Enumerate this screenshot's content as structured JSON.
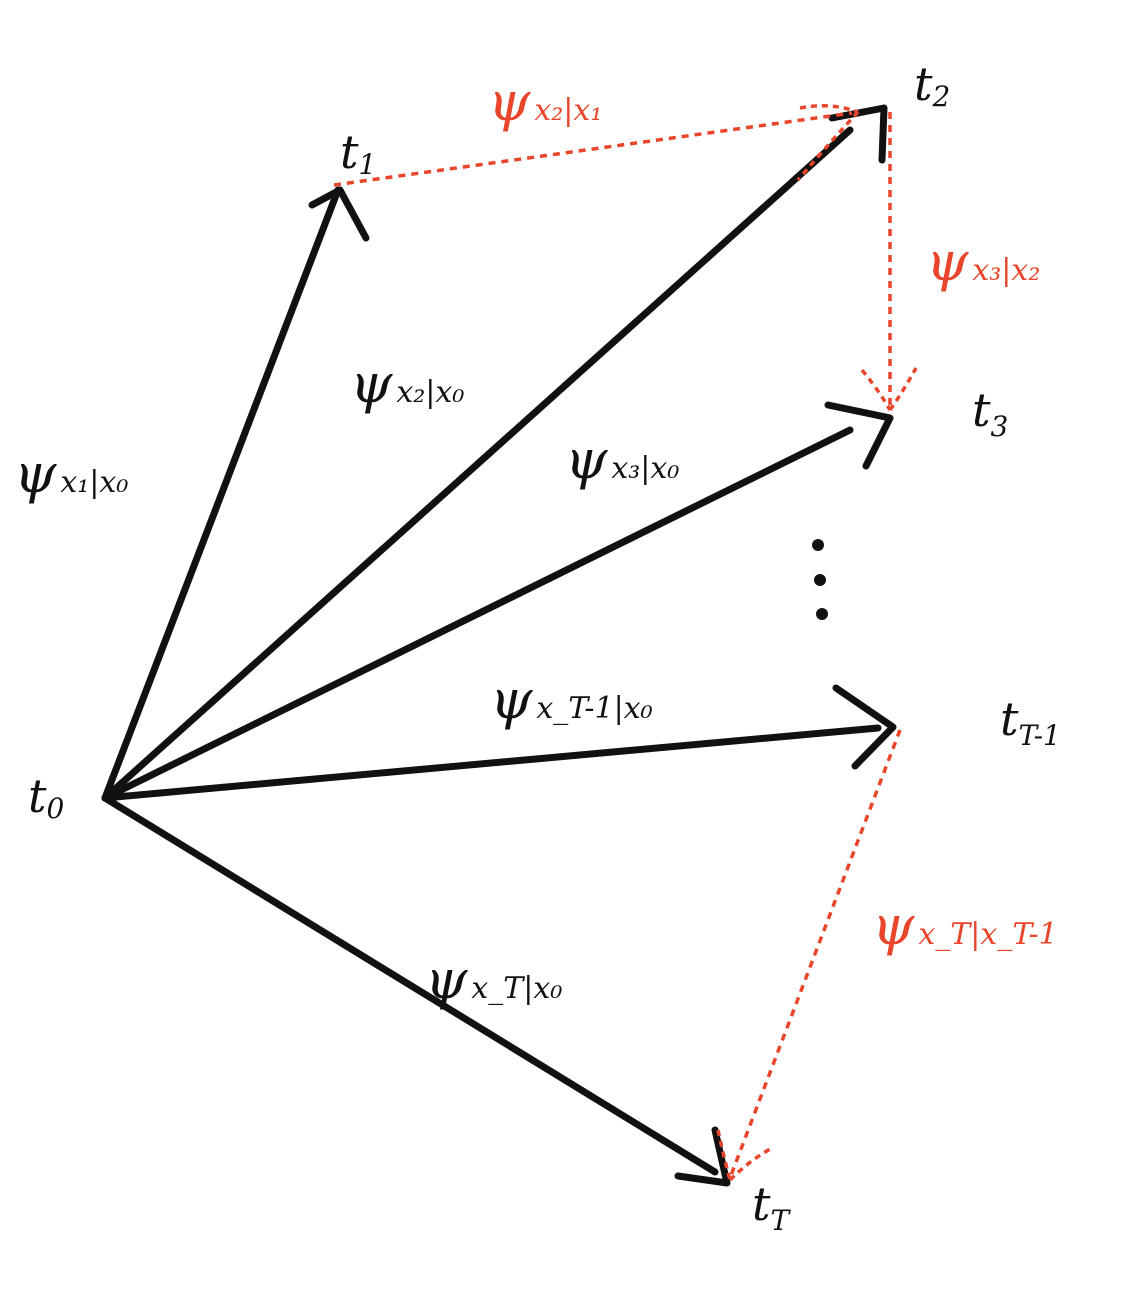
{
  "colors": {
    "black": "#111111",
    "red": "#e8452a"
  },
  "nodes": [
    {
      "id": "t0",
      "base": "t",
      "sub": "0"
    },
    {
      "id": "t1",
      "base": "t",
      "sub": "1"
    },
    {
      "id": "t2",
      "base": "t",
      "sub": "2"
    },
    {
      "id": "t3",
      "base": "t",
      "sub": "3"
    },
    {
      "id": "tT-1",
      "base": "t",
      "sub": "T-1"
    },
    {
      "id": "tT",
      "base": "t",
      "sub": "T"
    }
  ],
  "edges": [
    {
      "from": "t0",
      "to": "t1",
      "style": "solid",
      "label": {
        "base": "ψ",
        "sub": "x₁|x₀"
      }
    },
    {
      "from": "t0",
      "to": "t2",
      "style": "solid",
      "label": {
        "base": "ψ",
        "sub": "x₂|x₀"
      }
    },
    {
      "from": "t0",
      "to": "t3",
      "style": "solid",
      "label": {
        "base": "ψ",
        "sub": "x₃|x₀"
      }
    },
    {
      "from": "t0",
      "to": "tT-1",
      "style": "solid",
      "label": {
        "base": "ψ",
        "sub": "x_T-1|x₀"
      }
    },
    {
      "from": "t0",
      "to": "tT",
      "style": "solid",
      "label": {
        "base": "ψ",
        "sub": "x_T|x₀"
      }
    },
    {
      "from": "t1",
      "to": "t2",
      "style": "dashed",
      "label": {
        "base": "ψ",
        "sub": "x₂|x₁"
      }
    },
    {
      "from": "t2",
      "to": "t3",
      "style": "dashed",
      "label": {
        "base": "ψ",
        "sub": "x₃|x₂"
      }
    },
    {
      "from": "tT-1",
      "to": "tT",
      "style": "dashed",
      "label": {
        "base": "ψ",
        "sub": "x_T|x_T-1"
      }
    }
  ],
  "ellipsis": "⋮"
}
